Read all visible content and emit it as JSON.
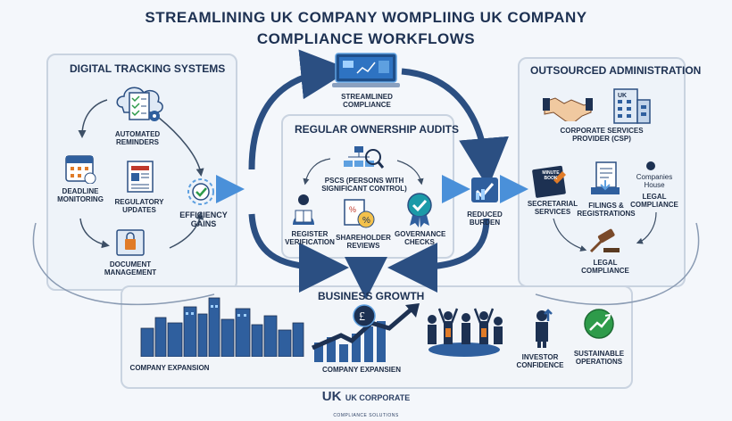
{
  "title": {
    "line1": "STREAMLINING UK COMPANY WOMPLIING UK COMPANY",
    "line2": "COMPLIANCE WORKFLOWS"
  },
  "digital_tracking": {
    "title": "DIGITAL TRACKING SYSTEMS",
    "automated_reminders": "AUTOMATED REMINDERS",
    "deadline_monitoring": "DEADLINE MONITORING",
    "regulatory_updates": "REGULATORY UPDATES",
    "document_management": "DOCUMENT MANAGEMENT",
    "efficiency_gains": "EFFICIENCY GAINS"
  },
  "center": {
    "streamlined_compliance": "STREAMLINED COMPLIANCE",
    "audits_title": "REGULAR OWNERSHIP AUDITS",
    "pscs": "PSCs (PERSONS WITH SIGNIFICANT CONTROL)",
    "register_verification": "REGISTER VERIFICATION",
    "shareholder_reviews": "SHAREHOLDER REVIEWS",
    "governance_checks": "GOVERNANCE CHECKS",
    "reduced_burden": "REDUCED BURDEN"
  },
  "outsourced": {
    "title": "OUTSOURCED ADMINISTRATION",
    "csp": "CORPORATE SERVICES PROVIDER (CSP)",
    "uk_badge": "UK",
    "secretarial_services": "SECRETARIAL SERVICES",
    "filings": "FILINGS & REGISTRATIONS",
    "companies_house": "Companies House",
    "legal_compliance_1": "LEGAL COMPLIANCE",
    "legal_compliance_2": "LEGAL COMPLIANCE",
    "book_text": "MINUTE BOOK"
  },
  "growth": {
    "title": "BUSINESS GROWTH",
    "company_expansion_1": "COMPANY EXPANSION",
    "company_expansion_2": "COMPANY EXPANSIEN",
    "pound": "£",
    "investor_confidence": "INVESTOR CONFIDENCE",
    "sustainable_operations": "SUSTAINABLE OPERATIONS"
  },
  "footer": {
    "logo": "UK",
    "name": "UK CORPORATE",
    "sub": "COMPLIANCE SOLUTIONS"
  },
  "colors": {
    "navy": "#1d3152",
    "blue": "#2f5f9e",
    "light_blue": "#5ea0e0",
    "teal": "#1b9aa8",
    "green": "#2e9b4a",
    "orange": "#e07b28",
    "panel_border": "#c9d3e0"
  }
}
